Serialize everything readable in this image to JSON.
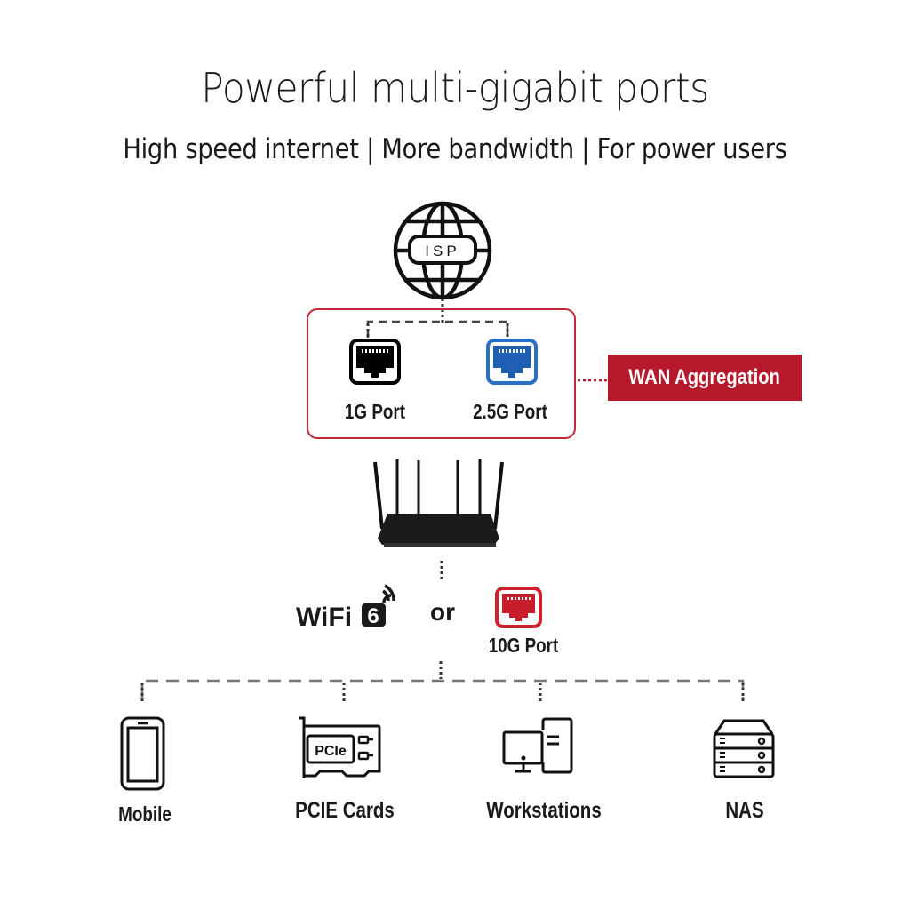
{
  "header": {
    "title": "Powerful multi-gigabit ports",
    "subtitle": "High speed internet | More bandwidth | For power users"
  },
  "isp": {
    "icon": "globe-icon",
    "label": "ISP"
  },
  "wan": {
    "ports": [
      {
        "label": "1G Port",
        "icon": "ethernet-port-icon",
        "color": "#000000"
      },
      {
        "label": "2.5G Port",
        "icon": "ethernet-port-icon",
        "color": "#1e5fb4"
      }
    ],
    "badge_label": "WAN Aggregation",
    "accent_color": "#b5192b"
  },
  "router": {
    "icon": "router-icon"
  },
  "connection": {
    "wifi_label": "WiFi",
    "wifi_number": "6",
    "or_label": "or",
    "port_label": "10G Port",
    "port_color": "#d0202e"
  },
  "devices": [
    {
      "label": "Mobile",
      "icon": "mobile-phone-icon"
    },
    {
      "label": "PCIE Cards",
      "icon": "pcie-card-icon",
      "chip_text": "PCIe"
    },
    {
      "label": "Workstations",
      "icon": "workstation-icon"
    },
    {
      "label": "NAS",
      "icon": "nas-icon"
    }
  ]
}
